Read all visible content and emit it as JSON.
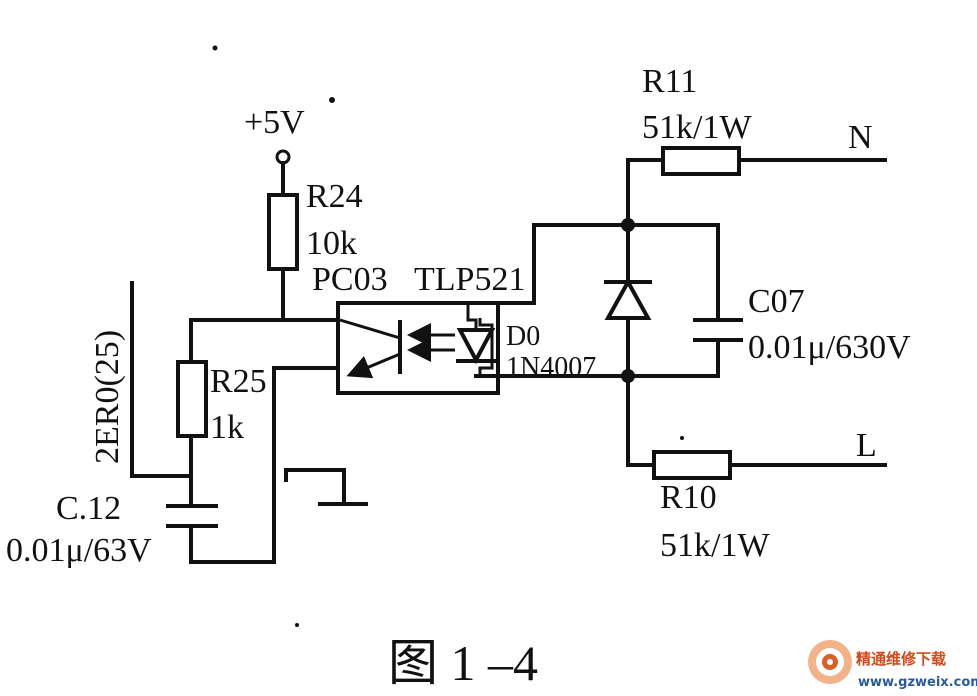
{
  "labels": {
    "supply": "+5V",
    "r24_name": "R24",
    "r24_value": "10k",
    "optocoupler_name": "PC03",
    "optocoupler_part": "TLP521",
    "r25_name": "R25",
    "r25_value": "1k",
    "signal": "2ER0(25)",
    "c12_name": "C.12",
    "c12_value": "0.01μ/63V",
    "d0_name": "D0",
    "d0_part": "1N4007",
    "r11_name": "R11",
    "r11_value": "51k/1W",
    "c07_name": "C07",
    "c07_value": "0.01μ/630V",
    "r10_name": "R10",
    "r10_value": "51k/1W",
    "neutral": "N",
    "line": "L"
  },
  "caption": "图 1 –4",
  "watermark": {
    "name": "精通维修下载",
    "url": "www.gzweix.com"
  }
}
